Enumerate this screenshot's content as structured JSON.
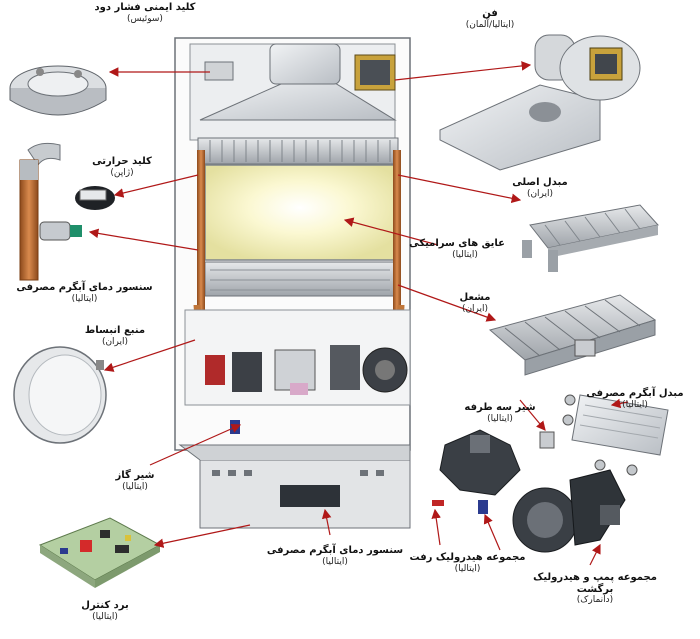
{
  "labels": {
    "pressure_switch": {
      "name": "کلید ایمنی فشار دود",
      "origin": "(سوئیس)"
    },
    "fan": {
      "name": "فن",
      "origin": "(ایتالیا/آلمان)"
    },
    "thermal_switch": {
      "name": "کلید حرارتی",
      "origin": "(ژاپن)"
    },
    "main_exchanger": {
      "name": "مبدل اصلی",
      "origin": "(ایران)"
    },
    "dhw_temp_sensor_left": {
      "name": "سنسور دمای آبگرم مصرفی",
      "origin": "(ایتالیا)"
    },
    "ceramic_insulation": {
      "name": "عایق های سرامیکی",
      "origin": "(ایتالیا)"
    },
    "burner": {
      "name": "مشعل",
      "origin": "(ایران)"
    },
    "expansion_tank": {
      "name": "منبع انبساط",
      "origin": "(ایران)"
    },
    "dhw_exchanger": {
      "name": "مبدل آبگرم مصرفی",
      "origin": "(ایتالیا)"
    },
    "safety_valve": {
      "name": "شیر سه طرفه",
      "origin": "(ایتالیا)"
    },
    "gas_valve": {
      "name": "شیر گاز",
      "origin": "(ایتالیا)"
    },
    "dhw_temp_sensor_bottom": {
      "name": "سنسور دمای آبگرم مصرفی",
      "origin": "(ایتالیا)"
    },
    "hydraulic_supply": {
      "name": "مجموعه هیدرولیک رفت",
      "origin": "(ایتالیا)"
    },
    "pump_return": {
      "name": "مجموعه پمپ و هیدرولیک برگشت",
      "origin": "(دانمارک)"
    },
    "control_board": {
      "name": "برد کنترل",
      "origin": "(ایتالیا)"
    }
  }
}
